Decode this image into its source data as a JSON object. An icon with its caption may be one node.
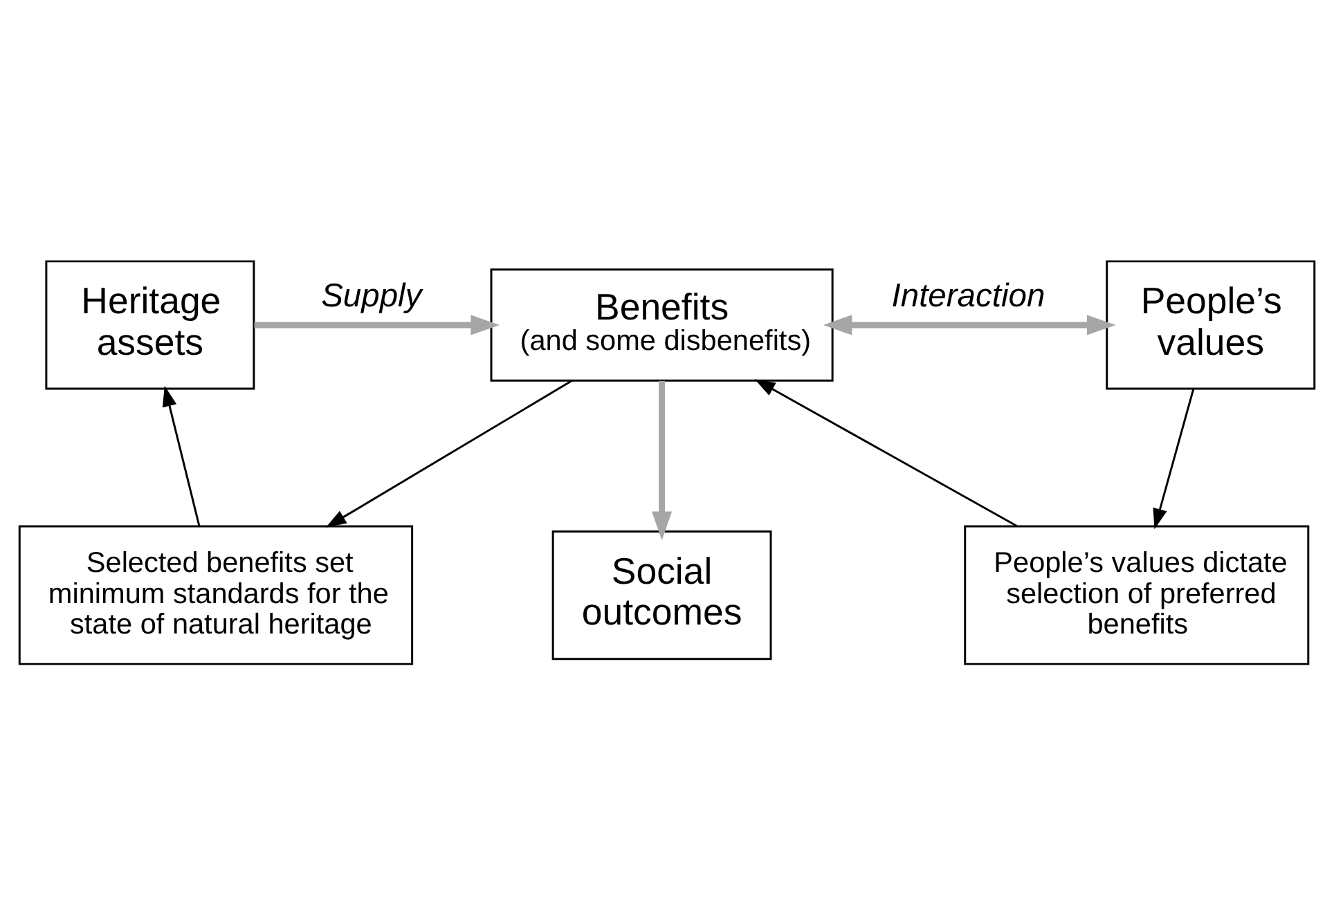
{
  "diagram": {
    "nodes": [
      {
        "text": [
          "Social outcomes"
        ]
      },
      {
        "text": [
          "Heritage assets"
        ]
      },
      {
        "text": [
          "Benefits",
          "(and some disbenefits)"
        ]
      },
      {
        "text": [
          "People’s values"
        ]
      },
      {
        "text": [
          "Selected benefits set minimum standards for the state of natural heritage"
        ]
      },
      {
        "text": [
          "People’s values dictate selection of preferred benefits"
        ]
      }
    ],
    "edges": [
      {
        "from": 2,
        "to": 0,
        "arrow": "to",
        "style": "thick",
        "color": "#a6a6a6"
      },
      {
        "from": 1,
        "to": 2,
        "arrow": "to",
        "label": "Supply",
        "style": "thick",
        "color": "#a6a6a6"
      },
      {
        "from": 2,
        "to": 3,
        "arrow": "both",
        "label": "Interaction",
        "style": "thick",
        "color": "#a6a6a6"
      },
      {
        "from": 4,
        "to": 1,
        "arrow": "to"
      },
      {
        "from": 2,
        "to": 4,
        "arrow": "to"
      },
      {
        "from": 5,
        "to": 2,
        "arrow": "to"
      },
      {
        "from": 3,
        "to": 5,
        "arrow": "to"
      }
    ]
  }
}
